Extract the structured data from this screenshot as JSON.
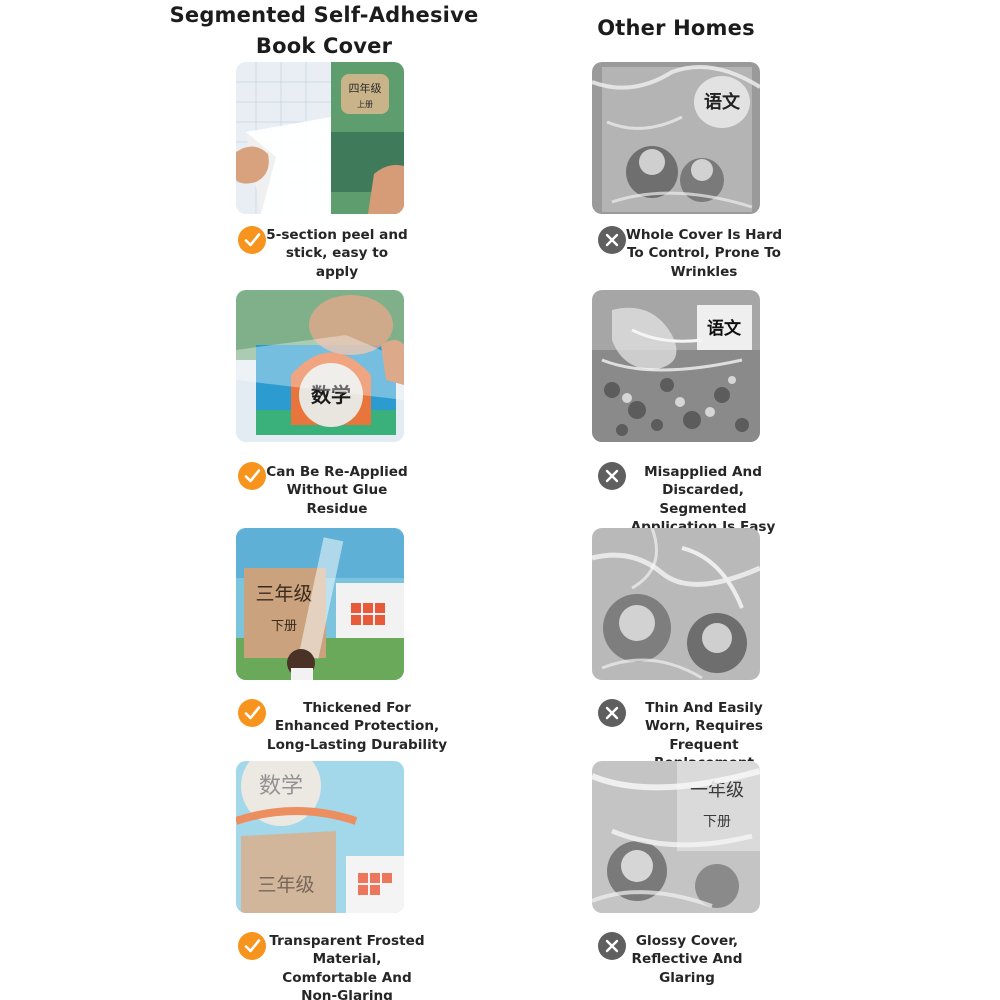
{
  "columns": {
    "left_title": "Segmented Self-Adhesive Book Cover",
    "right_title": "Other Homes"
  },
  "colors": {
    "check_orange": "#f7941d",
    "cross_gray": "#5f5f5f"
  },
  "rows": [
    {
      "pro": "5-section peel and stick, easy to apply",
      "con": "Whole Cover Is Hard To Control, Prone To Wrinkles"
    },
    {
      "pro": "Can Be Re-Applied Without Glue Residue",
      "con": "Misapplied And Discarded, Segmented Application Is Easy"
    },
    {
      "pro": "Thickened For Enhanced Protection, Long-Lasting Durability",
      "con": "Thin And Easily Worn, Requires Frequent Replacement"
    },
    {
      "pro": "Transparent Frosted Material, Comfortable And Non-Glaring",
      "con": "Glossy Cover, Reflective And Glaring"
    }
  ],
  "book_labels": {
    "grade4_vol1": "四年级",
    "vol1": "上册",
    "grade3": "三年级",
    "vol2": "下册",
    "math": "数学",
    "chinese": "语文",
    "grade1": "一年级"
  },
  "icons": {
    "pro": "check-circle-icon",
    "con": "x-circle-icon"
  }
}
